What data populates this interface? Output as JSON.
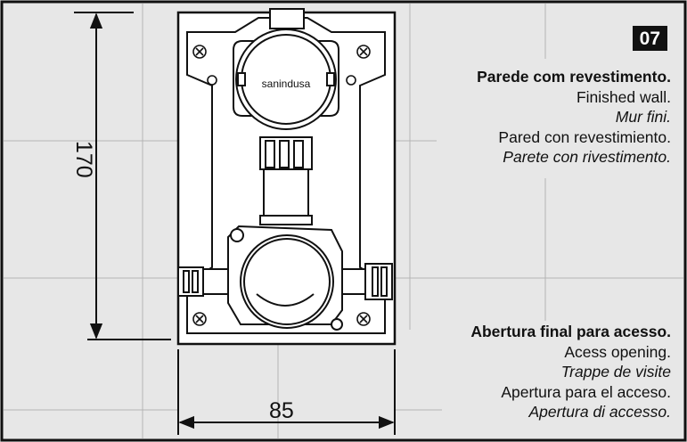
{
  "badge": "07",
  "brand": "sanindusa",
  "dimensions": {
    "height": "170",
    "width": "85"
  },
  "labels": {
    "wall": {
      "pt": "Parede com revestimento.",
      "en": "Finished wall.",
      "fr": "Mur fini.",
      "es": "Pared con revestimiento.",
      "it": "Parete con rivestimento."
    },
    "opening": {
      "pt": "Abertura final para acesso.",
      "en": "Acess opening.",
      "fr": "Trappe de visite",
      "es": "Apertura para el acceso.",
      "it": "Apertura di accesso."
    }
  },
  "colors": {
    "background": "#e7e7e7",
    "line": "#111111",
    "grid": "#b4b4b4"
  }
}
